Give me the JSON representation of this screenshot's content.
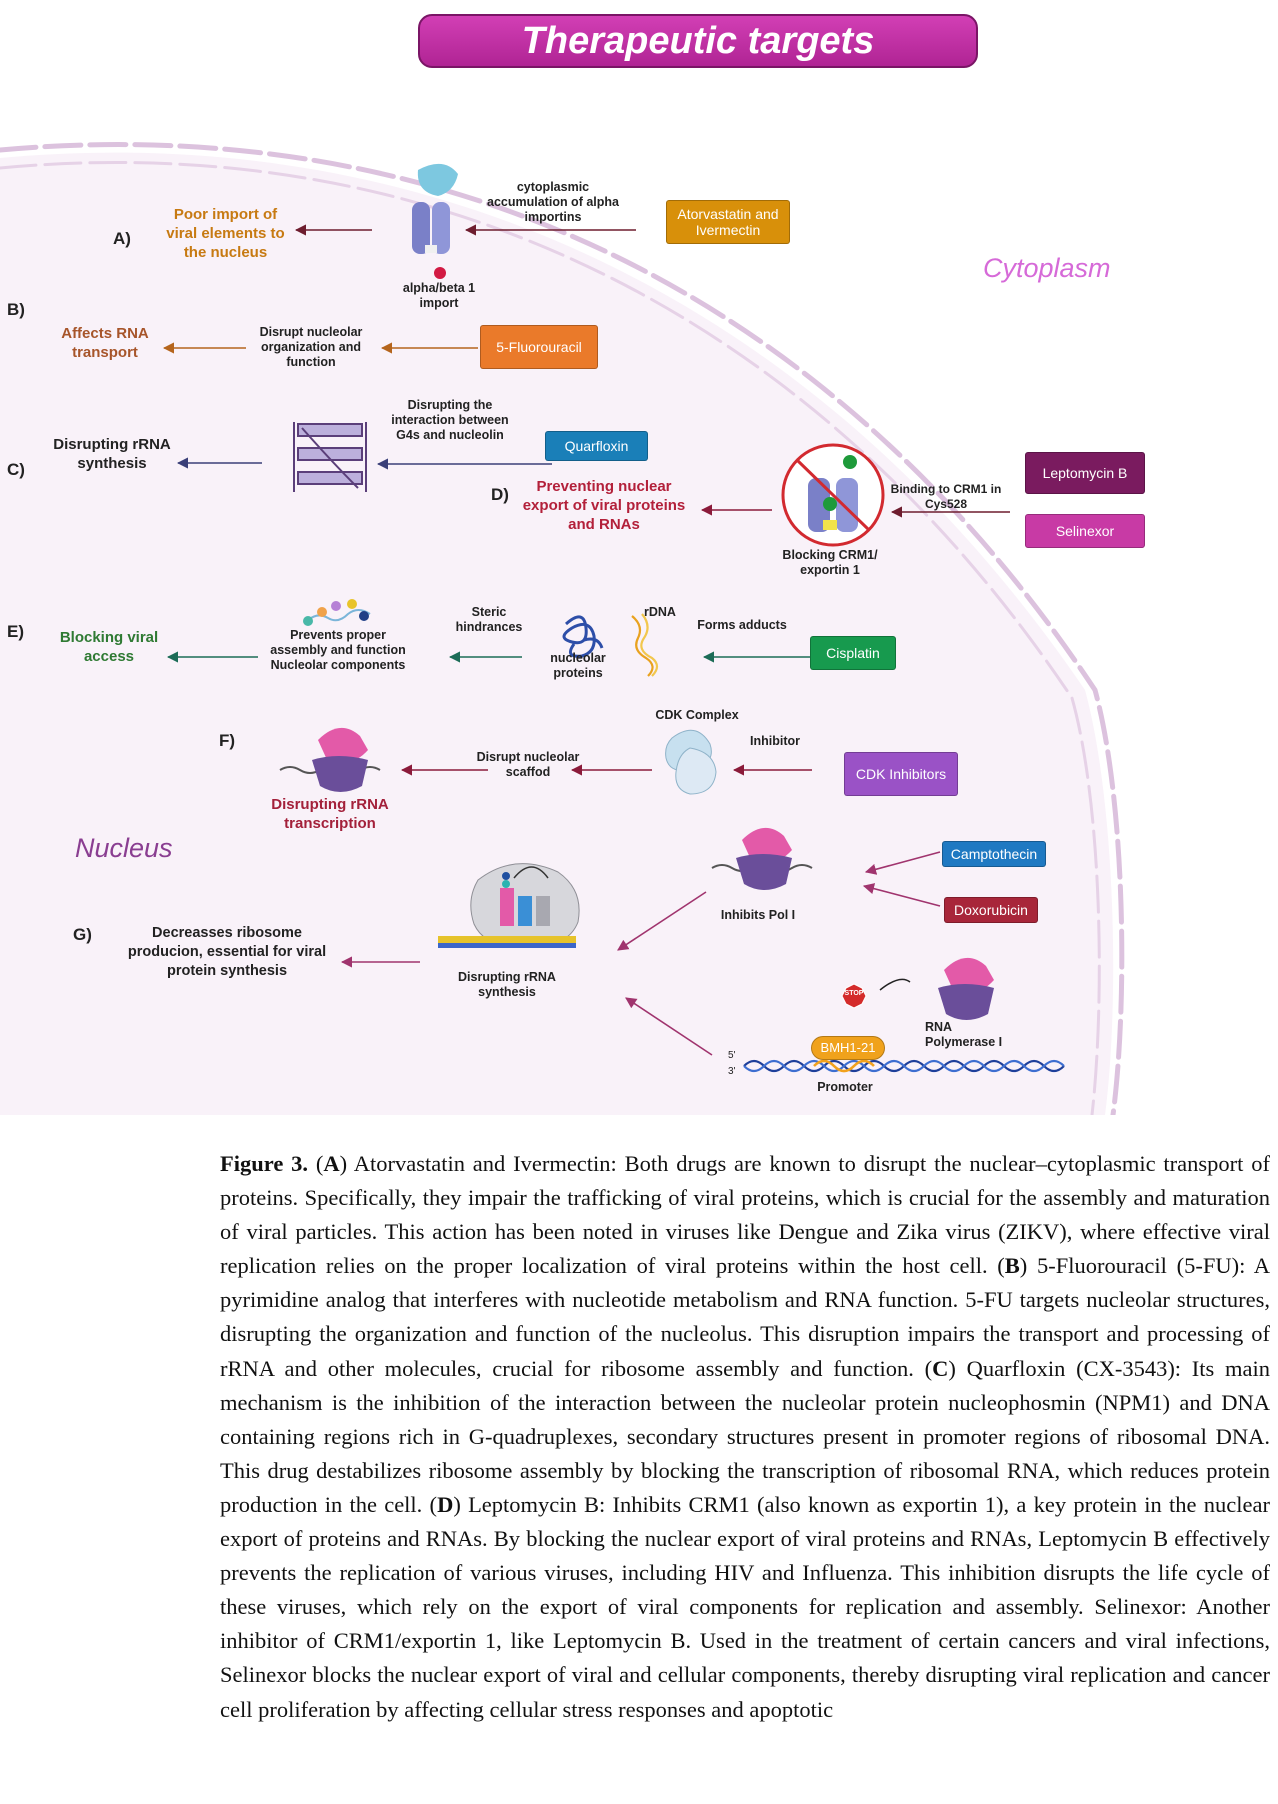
{
  "title": "Therapeutic targets",
  "regions": {
    "cytoplasm": "Cytoplasm",
    "nucleus": "Nucleus"
  },
  "colors": {
    "title_pill": "#c02ea4",
    "cytoplasm_label": "#d66ad8",
    "nucleus_label": "#8a3e91",
    "membrane": "#d5b6d8",
    "nucleus_fill": "#f8f1f9"
  },
  "A": {
    "letter": "A)",
    "effect": "Poor import of viral elements to the nucleus",
    "mechanism": "cytoplasmic accumulation of alpha importins",
    "importin_label": "alpha/beta 1 import",
    "drug": "Atorvastatin and Ivermectin",
    "drug_color": "#d8900a",
    "effect_color": "#c77a12"
  },
  "B": {
    "letter": "B)",
    "effect": "Affects RNA transport",
    "mechanism": "Disrupt nucleolar organization and function",
    "drug": "5-Fluorouracil",
    "drug_color": "#ea7a2a",
    "effect_color": "#a7552a"
  },
  "C": {
    "letter": "C)",
    "effect": "Disrupting rRNA synthesis",
    "mechanism": "Disrupting the interaction between G4s and nucleolin",
    "drug": "Quarfloxin",
    "drug_color": "#1a7fb8"
  },
  "D": {
    "letter": "D)",
    "effect": "Preventing nuclear export of viral proteins and RNAs",
    "blocking_label": "Blocking CRM1/ exportin 1",
    "mechanism": "Binding to CRM1 in Cys528",
    "drugs": [
      "Leptomycin B",
      "Selinexor"
    ],
    "drug_colors": [
      "#7a1b5f",
      "#c83aa5"
    ],
    "effect_color": "#b3203a"
  },
  "E": {
    "letter": "E)",
    "effect": "Blocking viral access",
    "assembly_label": "Prevents proper assembly and function Nucleolar components",
    "steric": "Steric hindrances",
    "nucleolar_proteins": "nucleolar proteins",
    "rdna": "rDNA",
    "mechanism": "Forms adducts",
    "drug": "Cisplatin",
    "drug_color": "#179a4e",
    "effect_color": "#2f7a33"
  },
  "F": {
    "letter": "F)",
    "effect": "Disrupting rRNA transcription",
    "mechanism": "Disrupt nucleolar scaffod",
    "complex": "CDK Complex",
    "inhibitor": "Inhibitor",
    "drug": "CDK Inhibitors",
    "drug_color": "#9a52c6",
    "effect_color": "#a3203a"
  },
  "G": {
    "letter": "G)",
    "effect": "Decreasses ribosome producion, essential for viral protein synthesis",
    "synthesis": "Disrupting rRNA synthesis",
    "inhibits_pol": "Inhibits Pol I",
    "drugs": [
      "Camptothecin",
      "Doxorubicin"
    ],
    "drug_colors": [
      "#1f79c2",
      "#a8263a"
    ],
    "bmh": "BMH1-21",
    "stop": "STOP",
    "polymerase": "RNA Polymerase I",
    "promoter": "Promoter",
    "five_prime": "5'",
    "three_prime": "3'"
  },
  "caption": {
    "fig": "Figure 3.",
    "A_tag": "A",
    "A_text": "Atorvastatin and Ivermectin: Both drugs are known to disrupt the nuclear–cytoplasmic transport of proteins. Specifically, they impair the trafficking of viral proteins, which is crucial for the assembly and maturation of viral particles. This action has been noted in viruses like Dengue and Zika virus (ZIKV), where effective viral replication relies on the proper localization of viral proteins within the host cell.",
    "B_tag": "B",
    "B_text": "5-Fluorouracil (5-FU): A pyrimidine analog that interferes with nucleotide metabolism and RNA function. 5-FU targets nucleolar structures, disrupting the organization and function of the nucleolus. This disruption impairs the transport and processing of rRNA and other molecules, crucial for ribosome assembly and function.",
    "C_tag": "C",
    "C_text": "Quarfloxin (CX-3543): Its main mechanism is the inhibition of the interaction between the nucleolar protein nucleophosmin (NPM1) and DNA containing regions rich in G-quadruplexes, secondary structures present in promoter regions of ribosomal DNA. This drug destabilizes ribosome assembly by blocking the transcription of ribosomal RNA, which reduces protein production in the cell.",
    "D_tag": "D",
    "D_text": "Leptomycin B: Inhibits CRM1 (also known as exportin 1), a key protein in the nuclear export of proteins and RNAs. By blocking the nuclear export of viral proteins and RNAs, Leptomycin B effectively prevents the replication of various viruses, including HIV and Influenza. This inhibition disrupts the life cycle of these viruses, which rely on the export of viral components for replication and assembly. Selinexor: Another inhibitor of CRM1/exportin 1, like Leptomycin B. Used in the treatment of certain cancers and viral infections, Selinexor blocks the nuclear export of viral and cellular components, thereby disrupting viral replication and cancer cell proliferation by affecting cellular stress responses and apoptotic"
  }
}
